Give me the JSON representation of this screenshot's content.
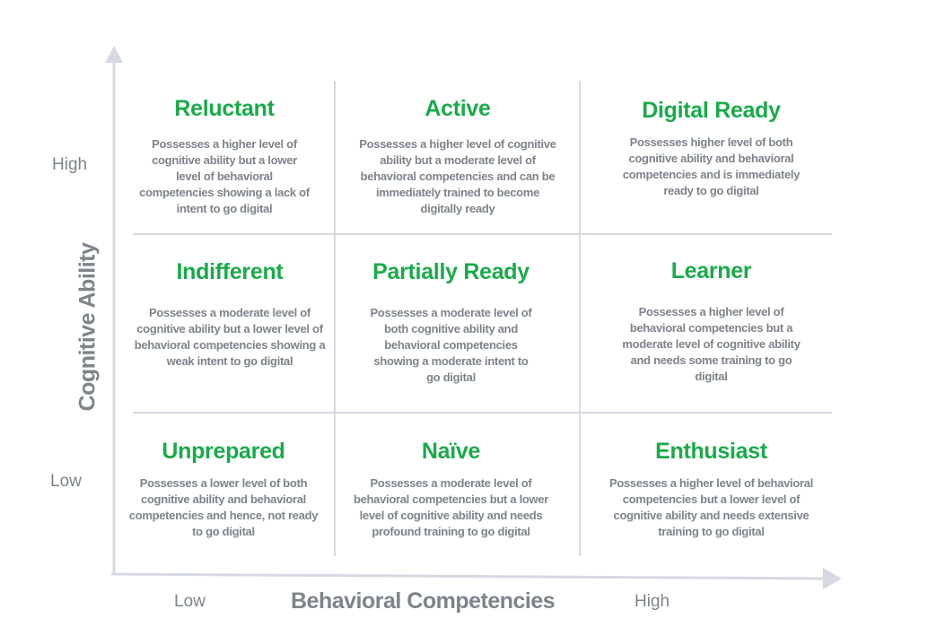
{
  "diagram": {
    "type": "3x3 matrix",
    "colors": {
      "title_green": "#1aaa4a",
      "text_gray": "#7d848c",
      "line_gray": "#d5d9e2"
    },
    "y_axis": {
      "title": "Cognitive Ability",
      "ticks": {
        "high": "High",
        "low": "Low"
      }
    },
    "x_axis": {
      "title": "Behavioral Competencies",
      "ticks": {
        "low": "Low",
        "high": "High"
      }
    },
    "cells": [
      {
        "row": "high",
        "col": "low",
        "title": "Reluctant",
        "description": "Possesses a higher level of cognitive ability but a lower level of behavioral competencies showing a lack of intent to go digital"
      },
      {
        "row": "high",
        "col": "moderate",
        "title": "Active",
        "description": "Possesses a higher level of cognitive ability but a moderate level of behavioral competencies and can be immediately trained to become digitally ready"
      },
      {
        "row": "high",
        "col": "high",
        "title": "Digital Ready",
        "description": "Possesses higher level of both cognitive ability and behavioral competencies and is immediately ready to go digital"
      },
      {
        "row": "moderate",
        "col": "low",
        "title": "Indifferent",
        "description": "Possesses a moderate level of cognitive ability but a lower level of behavioral competencies showing a weak intent to go digital"
      },
      {
        "row": "moderate",
        "col": "moderate",
        "title": "Partially Ready",
        "description": "Possesses a moderate level of both cognitive ability and behavioral competencies showing a moderate intent to go digital"
      },
      {
        "row": "moderate",
        "col": "high",
        "title": "Learner",
        "description": "Possesses a higher level of behavioral competencies but a moderate level of cognitive ability and needs some training to go digital"
      },
      {
        "row": "low",
        "col": "low",
        "title": "Unprepared",
        "description": "Possesses a lower level of both cognitive ability and behavioral competencies and hence, not ready to go digital"
      },
      {
        "row": "low",
        "col": "moderate",
        "title": "Naïve",
        "description": "Possesses a moderate level of behavioral competencies but a lower level of cognitive ability and needs profound training to go digital"
      },
      {
        "row": "low",
        "col": "high",
        "title": "Enthusiast",
        "description": "Possesses a higher level of behavioral competencies but a lower level of cognitive ability and needs extensive training to go digital"
      }
    ]
  }
}
